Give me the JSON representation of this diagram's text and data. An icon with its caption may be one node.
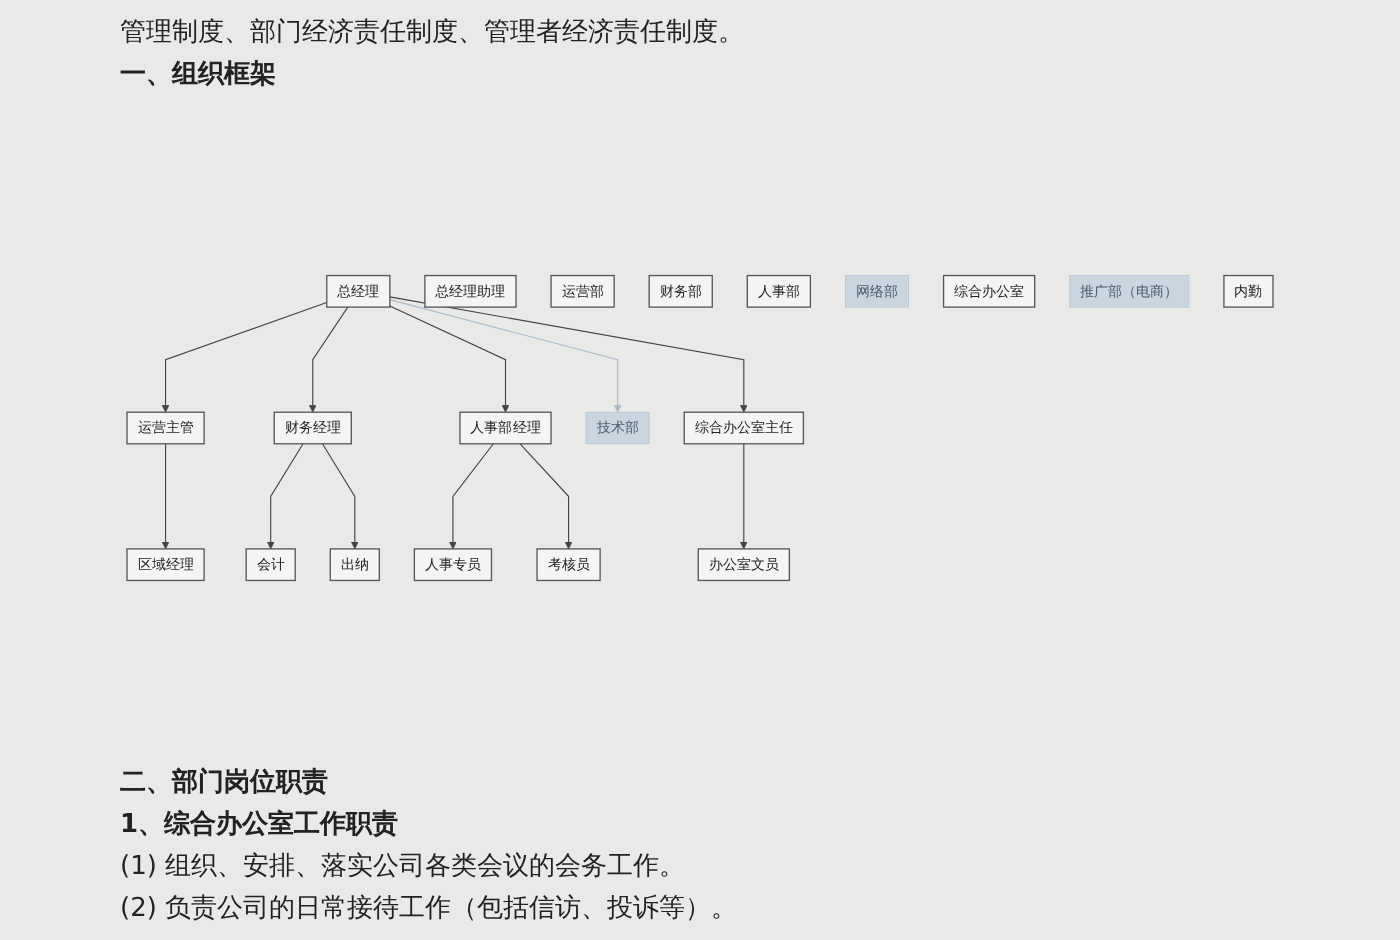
{
  "diagram": {
    "nodes": [
      {
        "text": [
          "总经理"
        ]
      },
      {
        "text": [
          "总经理助理"
        ]
      },
      {
        "text": [
          "运营部"
        ]
      },
      {
        "text": [
          "财务部"
        ]
      },
      {
        "text": [
          "人事部"
        ]
      },
      {
        "text": [
          "网络部"
        ]
      },
      {
        "text": [
          "综合办公室"
        ]
      },
      {
        "text": [
          "运营主管"
        ]
      },
      {
        "text": [
          "财务经理"
        ]
      },
      {
        "text": [
          "人事部经理"
        ]
      },
      {
        "text": [
          "技术部"
        ]
      },
      {
        "text": [
          "推广部（电商）"
        ]
      },
      {
        "text": [
          "综合办公室主任"
        ]
      },
      {
        "text": [
          "内勤"
        ]
      },
      {
        "text": [
          "区域经理"
        ]
      },
      {
        "text": [
          "会计"
        ]
      },
      {
        "text": [
          "出纳"
        ]
      },
      {
        "text": [
          "人事专员"
        ]
      },
      {
        "text": [
          "考核员"
        ]
      },
      {
        "text": [
          "办公室文员"
        ]
      }
    ],
    "edges": [
      {
        "from": 0,
        "to": 7,
        "arrow": "to"
      },
      {
        "from": 0,
        "to": 8,
        "arrow": "to"
      },
      {
        "from": 0,
        "to": 9,
        "arrow": "to"
      },
      {
        "from": 0,
        "to": 10,
        "arrow": "to",
        "color": "#a9bccc"
      },
      {
        "from": 0,
        "to": 12,
        "arrow": "to"
      },
      {
        "from": 7,
        "to": 14,
        "arrow": "to"
      },
      {
        "from": 8,
        "to": 15,
        "arrow": "to"
      },
      {
        "from": 8,
        "to": 16,
        "arrow": "to"
      },
      {
        "from": 9,
        "to": 17,
        "arrow": "to"
      },
      {
        "from": 9,
        "to": 18,
        "arrow": "to"
      },
      {
        "from": 12,
        "to": 19,
        "arrow": "to"
      }
    ],
    "labels": [
      "管理制度、部门经济责任制度、管理者经济责任制度。",
      "一、组织框架",
      "二、部门岗位职责",
      "1、综合办公室工作职责",
      "(1) 组织、安排、落实公司各类会议的会务工作。",
      "(2) 负责公司的日常接待工作（包括信访、投诉等）。"
    ]
  }
}
